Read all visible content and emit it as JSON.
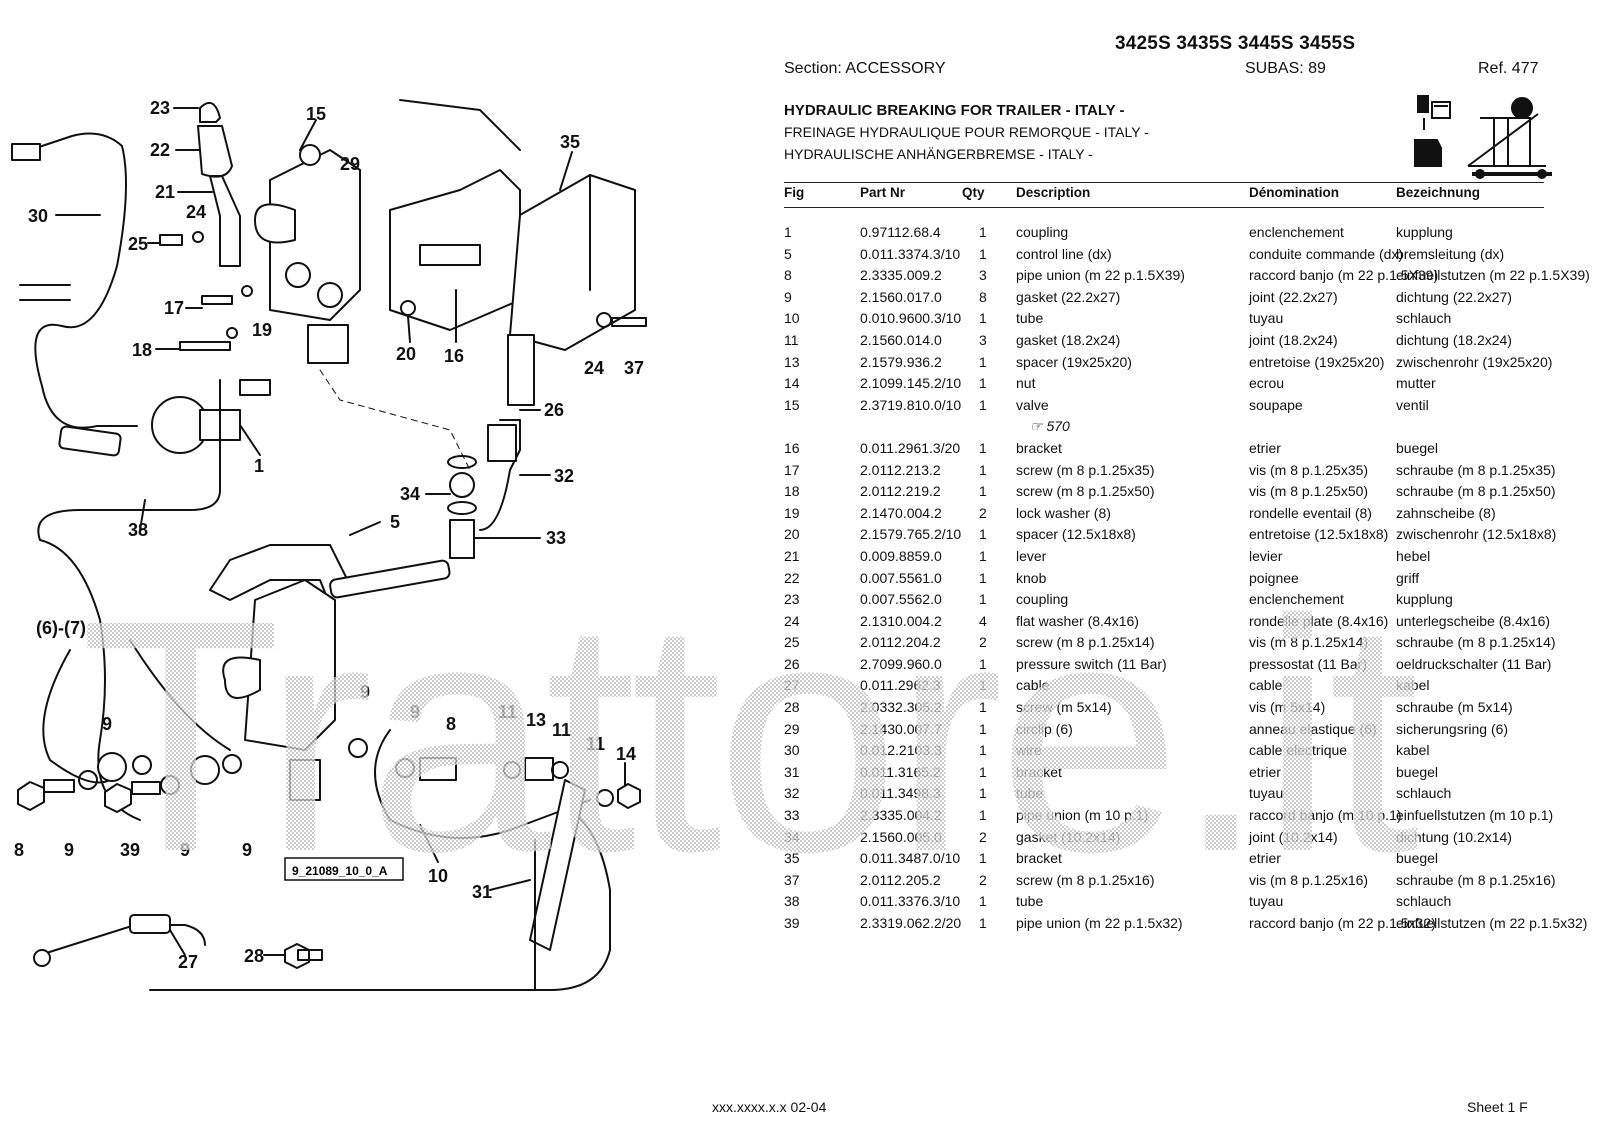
{
  "header": {
    "models": "3425S 3435S 3445S 3455S",
    "section": "Section: ACCESSORY",
    "subas": "SUBAS: 89",
    "ref": "Ref. 477",
    "title_en": "HYDRAULIC BREAKING FOR TRAILER - ITALY -",
    "title_fr": "FREINAGE HYDRAULIQUE POUR REMORQUE - ITALY -",
    "title_de": "HYDRAULISCHE ANHÄNGERBREMSE - ITALY -"
  },
  "table": {
    "columns": [
      "Fig",
      "Part Nr",
      "Qty",
      "Description",
      "Dénomination",
      "Bezeichnung"
    ],
    "rows": [
      {
        "fig": "1",
        "part": "0.97112.68.4",
        "qty": "1",
        "desc": "coupling",
        "den": "enclenchement",
        "bez": "kupplung"
      },
      {
        "fig": "5",
        "part": "0.011.3374.3/10",
        "qty": "1",
        "desc": "control line (dx)",
        "den": "conduite commande (dx)",
        "bez": "bremsleitung (dx)"
      },
      {
        "fig": "8",
        "part": "2.3335.009.2",
        "qty": "3",
        "desc": "pipe union (m 22 p.1.5X39)",
        "den": "raccord banjo (m 22 p.1.5X39)",
        "bez": "einfuellstutzen (m 22 p.1.5X39)"
      },
      {
        "fig": "9",
        "part": "2.1560.017.0",
        "qty": "8",
        "desc": "gasket (22.2x27)",
        "den": "joint (22.2x27)",
        "bez": "dichtung (22.2x27)"
      },
      {
        "fig": "10",
        "part": "0.010.9600.3/10",
        "qty": "1",
        "desc": "tube",
        "den": "tuyau",
        "bez": "schlauch"
      },
      {
        "fig": "11",
        "part": "2.1560.014.0",
        "qty": "3",
        "desc": "gasket (18.2x24)",
        "den": "joint (18.2x24)",
        "bez": "dichtung (18.2x24)"
      },
      {
        "fig": "13",
        "part": "2.1579.936.2",
        "qty": "1",
        "desc": "spacer (19x25x20)",
        "den": "entretoise (19x25x20)",
        "bez": "zwischenrohr (19x25x20)"
      },
      {
        "fig": "14",
        "part": "2.1099.145.2/10",
        "qty": "1",
        "desc": "nut",
        "den": "ecrou",
        "bez": "mutter"
      },
      {
        "fig": "15",
        "part": "2.3719.810.0/10",
        "qty": "1",
        "desc": "valve",
        "den": "soupape",
        "bez": "ventil"
      },
      {
        "fig": "",
        "part": "",
        "qty": "",
        "desc": "☞   570",
        "den": "",
        "bez": ""
      },
      {
        "fig": "16",
        "part": "0.011.2961.3/20",
        "qty": "1",
        "desc": "bracket",
        "den": "etrier",
        "bez": "buegel"
      },
      {
        "fig": "17",
        "part": "2.0112.213.2",
        "qty": "1",
        "desc": "screw (m 8 p.1.25x35)",
        "den": "vis (m 8 p.1.25x35)",
        "bez": "schraube (m 8 p.1.25x35)"
      },
      {
        "fig": "18",
        "part": "2.0112.219.2",
        "qty": "1",
        "desc": "screw (m 8 p.1.25x50)",
        "den": "vis (m 8 p.1.25x50)",
        "bez": "schraube (m 8 p.1.25x50)"
      },
      {
        "fig": "19",
        "part": "2.1470.004.2",
        "qty": "2",
        "desc": "lock washer (8)",
        "den": "rondelle eventail (8)",
        "bez": "zahnscheibe (8)"
      },
      {
        "fig": "20",
        "part": "2.1579.765.2/10",
        "qty": "1",
        "desc": "spacer (12.5x18x8)",
        "den": "entretoise (12.5x18x8)",
        "bez": "zwischenrohr (12.5x18x8)"
      },
      {
        "fig": "21",
        "part": "0.009.8859.0",
        "qty": "1",
        "desc": "lever",
        "den": "levier",
        "bez": "hebel"
      },
      {
        "fig": "22",
        "part": "0.007.5561.0",
        "qty": "1",
        "desc": "knob",
        "den": "poignee",
        "bez": "griff"
      },
      {
        "fig": "23",
        "part": "0.007.5562.0",
        "qty": "1",
        "desc": "coupling",
        "den": "enclenchement",
        "bez": "kupplung"
      },
      {
        "fig": "24",
        "part": "2.1310.004.2",
        "qty": "4",
        "desc": "flat washer (8.4x16)",
        "den": "rondelle plate (8.4x16)",
        "bez": "unterlegscheibe (8.4x16)"
      },
      {
        "fig": "25",
        "part": "2.0112.204.2",
        "qty": "2",
        "desc": "screw (m 8 p.1.25x14)",
        "den": "vis (m 8 p.1.25x14)",
        "bez": "schraube (m 8 p.1.25x14)"
      },
      {
        "fig": "26",
        "part": "2.7099.960.0",
        "qty": "1",
        "desc": "pressure switch (11 Bar)",
        "den": "pressostat (11 Bar)",
        "bez": "oeldruckschalter (11 Bar)"
      },
      {
        "fig": "27",
        "part": "0.011.2962.3",
        "qty": "1",
        "desc": "cable",
        "den": "cable",
        "bez": "kabel"
      },
      {
        "fig": "28",
        "part": "2.0332.305.2",
        "qty": "1",
        "desc": "screw (m 5x14)",
        "den": "vis (m 5x14)",
        "bez": "schraube (m 5x14)"
      },
      {
        "fig": "29",
        "part": "2.1430.007.7",
        "qty": "1",
        "desc": "circlip (6)",
        "den": "anneau elastique (6)",
        "bez": "sicherungsring (6)"
      },
      {
        "fig": "30",
        "part": "0.012.2103.3",
        "qty": "1",
        "desc": "wire",
        "den": "cable electrique",
        "bez": "kabel"
      },
      {
        "fig": "31",
        "part": "0.011.3165.2",
        "qty": "1",
        "desc": "bracket",
        "den": "etrier",
        "bez": "buegel"
      },
      {
        "fig": "32",
        "part": "0.011.3498.3",
        "qty": "1",
        "desc": "tube",
        "den": "tuyau",
        "bez": "schlauch"
      },
      {
        "fig": "33",
        "part": "2.3335.004.2",
        "qty": "1",
        "desc": "pipe union (m 10 p.1)",
        "den": "raccord banjo (m 10 p.1)",
        "bez": "einfuellstutzen (m 10 p.1)"
      },
      {
        "fig": "34",
        "part": "2.1560.005.0",
        "qty": "2",
        "desc": "gasket (10.2x14)",
        "den": "joint (10.2x14)",
        "bez": "dichtung (10.2x14)"
      },
      {
        "fig": "35",
        "part": "0.011.3487.0/10",
        "qty": "1",
        "desc": "bracket",
        "den": "etrier",
        "bez": "buegel"
      },
      {
        "fig": "37",
        "part": "2.0112.205.2",
        "qty": "2",
        "desc": "screw (m 8 p.1.25x16)",
        "den": "vis (m 8 p.1.25x16)",
        "bez": "schraube (m 8 p.1.25x16)"
      },
      {
        "fig": "38",
        "part": "0.011.3376.3/10",
        "qty": "1",
        "desc": "tube",
        "den": "tuyau",
        "bez": "schlauch"
      },
      {
        "fig": "39",
        "part": "2.3319.062.2/20",
        "qty": "1",
        "desc": "pipe union (m 22 p.1.5x32)",
        "den": "raccord banjo (m 22 p.1.5x32)",
        "bez": "einfuellstutzen (m 22 p.1.5x32)"
      }
    ]
  },
  "diagram": {
    "callouts": [
      "23",
      "22",
      "21",
      "30",
      "24",
      "25",
      "15",
      "29",
      "35",
      "17",
      "19",
      "18",
      "20",
      "16",
      "24",
      "37",
      "26",
      "1",
      "32",
      "34",
      "38",
      "5",
      "33",
      "(6)-(7)",
      "9",
      "9",
      "8",
      "11",
      "13",
      "11",
      "11",
      "14",
      "8",
      "9",
      "39",
      "9",
      "9",
      "10",
      "31",
      "27",
      "28"
    ],
    "drawing_code": "9_21089_10_0_A"
  },
  "watermark": "Trattore.it",
  "footer": {
    "code": "xxx.xxxx.x.x  02-04",
    "sheet": "Sheet 1 F"
  }
}
